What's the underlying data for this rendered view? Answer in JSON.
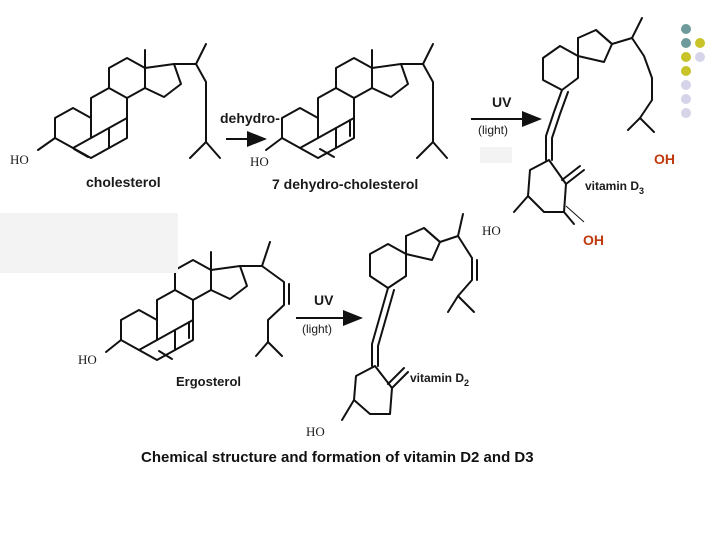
{
  "colors": {
    "hydroxyl_highlight": "#c0390b",
    "dot_teal": "#6d9a9a",
    "dot_olive": "#c7c328",
    "dot_lavender": "#d5d4e8"
  },
  "decoration": {
    "dot_grid": [
      [
        "teal",
        "none"
      ],
      [
        "teal",
        "olive"
      ],
      [
        "olive",
        "lavender"
      ],
      [
        "olive",
        "none"
      ],
      [
        "lavender",
        "none"
      ],
      [
        "lavender",
        "none"
      ],
      [
        "lavender",
        "none"
      ]
    ]
  },
  "structures": {
    "cholesterol": {
      "name": "cholesterol",
      "ho": "HO"
    },
    "dehydrocholesterol": {
      "name": "7 dehydro-cholesterol",
      "ho": "HO"
    },
    "vitamin_d3": {
      "name_prefix": "vitamin D",
      "subscript": "3",
      "ho": "HO",
      "oh_top": "OH",
      "oh_bottom": "OH"
    },
    "ergosterol": {
      "name": "Ergosterol",
      "ho": "HO"
    },
    "vitamin_d2": {
      "name_prefix": "vitamin D",
      "subscript": "2",
      "ho": "HO"
    }
  },
  "arrows": {
    "dehydro": {
      "label": "dehydro-"
    },
    "uv_top": {
      "label": "UV",
      "sublabel": "(light)"
    },
    "uv_bottom": {
      "label": "UV",
      "sublabel": "(light)"
    }
  },
  "caption": "Chemical structure and formation of vitamin D2 and D3"
}
